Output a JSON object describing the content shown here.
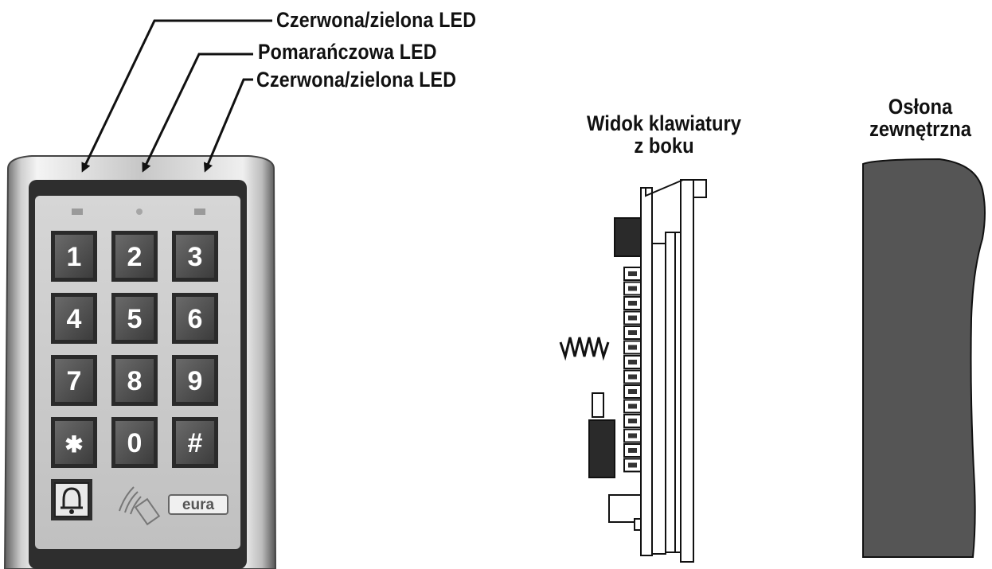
{
  "callouts": {
    "led_top": "Czerwona/zielona LED",
    "led_middle": "Pomarańczowa LED",
    "led_bottom": "Czerwona/zielona LED"
  },
  "side_view": {
    "line1": "Widok klawiatury",
    "line2": "z boku"
  },
  "cover": {
    "line1": "Osłona",
    "line2": "zewnętrzna"
  },
  "keypad": {
    "keys": [
      "1",
      "2",
      "3",
      "4",
      "5",
      "6",
      "7",
      "8",
      "9",
      "✱",
      "0",
      "#"
    ],
    "bell_icon": "bell-icon",
    "rfid_icon": "contactless-card-icon",
    "brand": "eura"
  }
}
